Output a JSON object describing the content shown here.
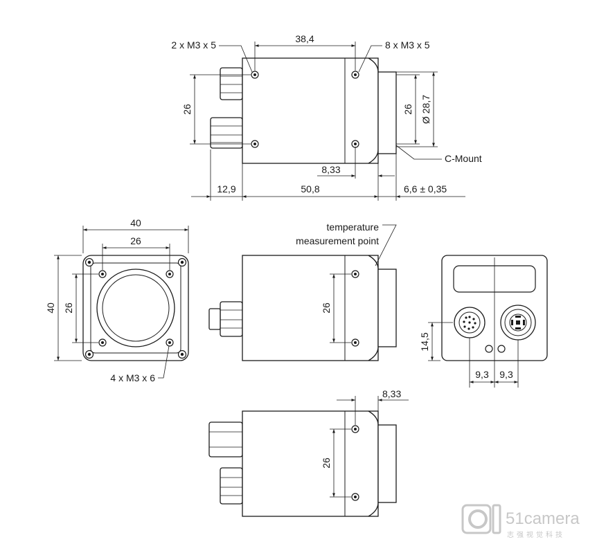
{
  "top_view": {
    "dim_width": "38,4",
    "label_left_screws": "2 x M3 x 5",
    "label_right_screws": "8 x M3 x 5",
    "dim_hole_spacing": "26",
    "dim_lens_hole_spacing": "26",
    "dim_diameter": "Ø 28,7",
    "label_mount": "C-Mount",
    "dim_flange_offset": "8,33",
    "dim_connector": "12,9",
    "dim_body_length": "50,8",
    "dim_flange": "6,6  ± 0,35"
  },
  "front_view": {
    "dim_outer_width": "40",
    "dim_inner_width": "26",
    "dim_outer_height": "40",
    "dim_inner_height": "26",
    "label_screws": "4 x M3 x 6"
  },
  "side_view": {
    "label_temperature_line1": "temperature",
    "label_temperature_line2": "measurement point",
    "dim_hole_spacing": "26"
  },
  "rear_view": {
    "dim_height": "14,5",
    "dim_left": "9,3",
    "dim_right": "9,3"
  },
  "bottom_view": {
    "dim_offset": "8,33",
    "dim_hole_spacing": "26"
  },
  "watermark": {
    "brand": "51camera",
    "subtitle": "志强视觉科技"
  }
}
